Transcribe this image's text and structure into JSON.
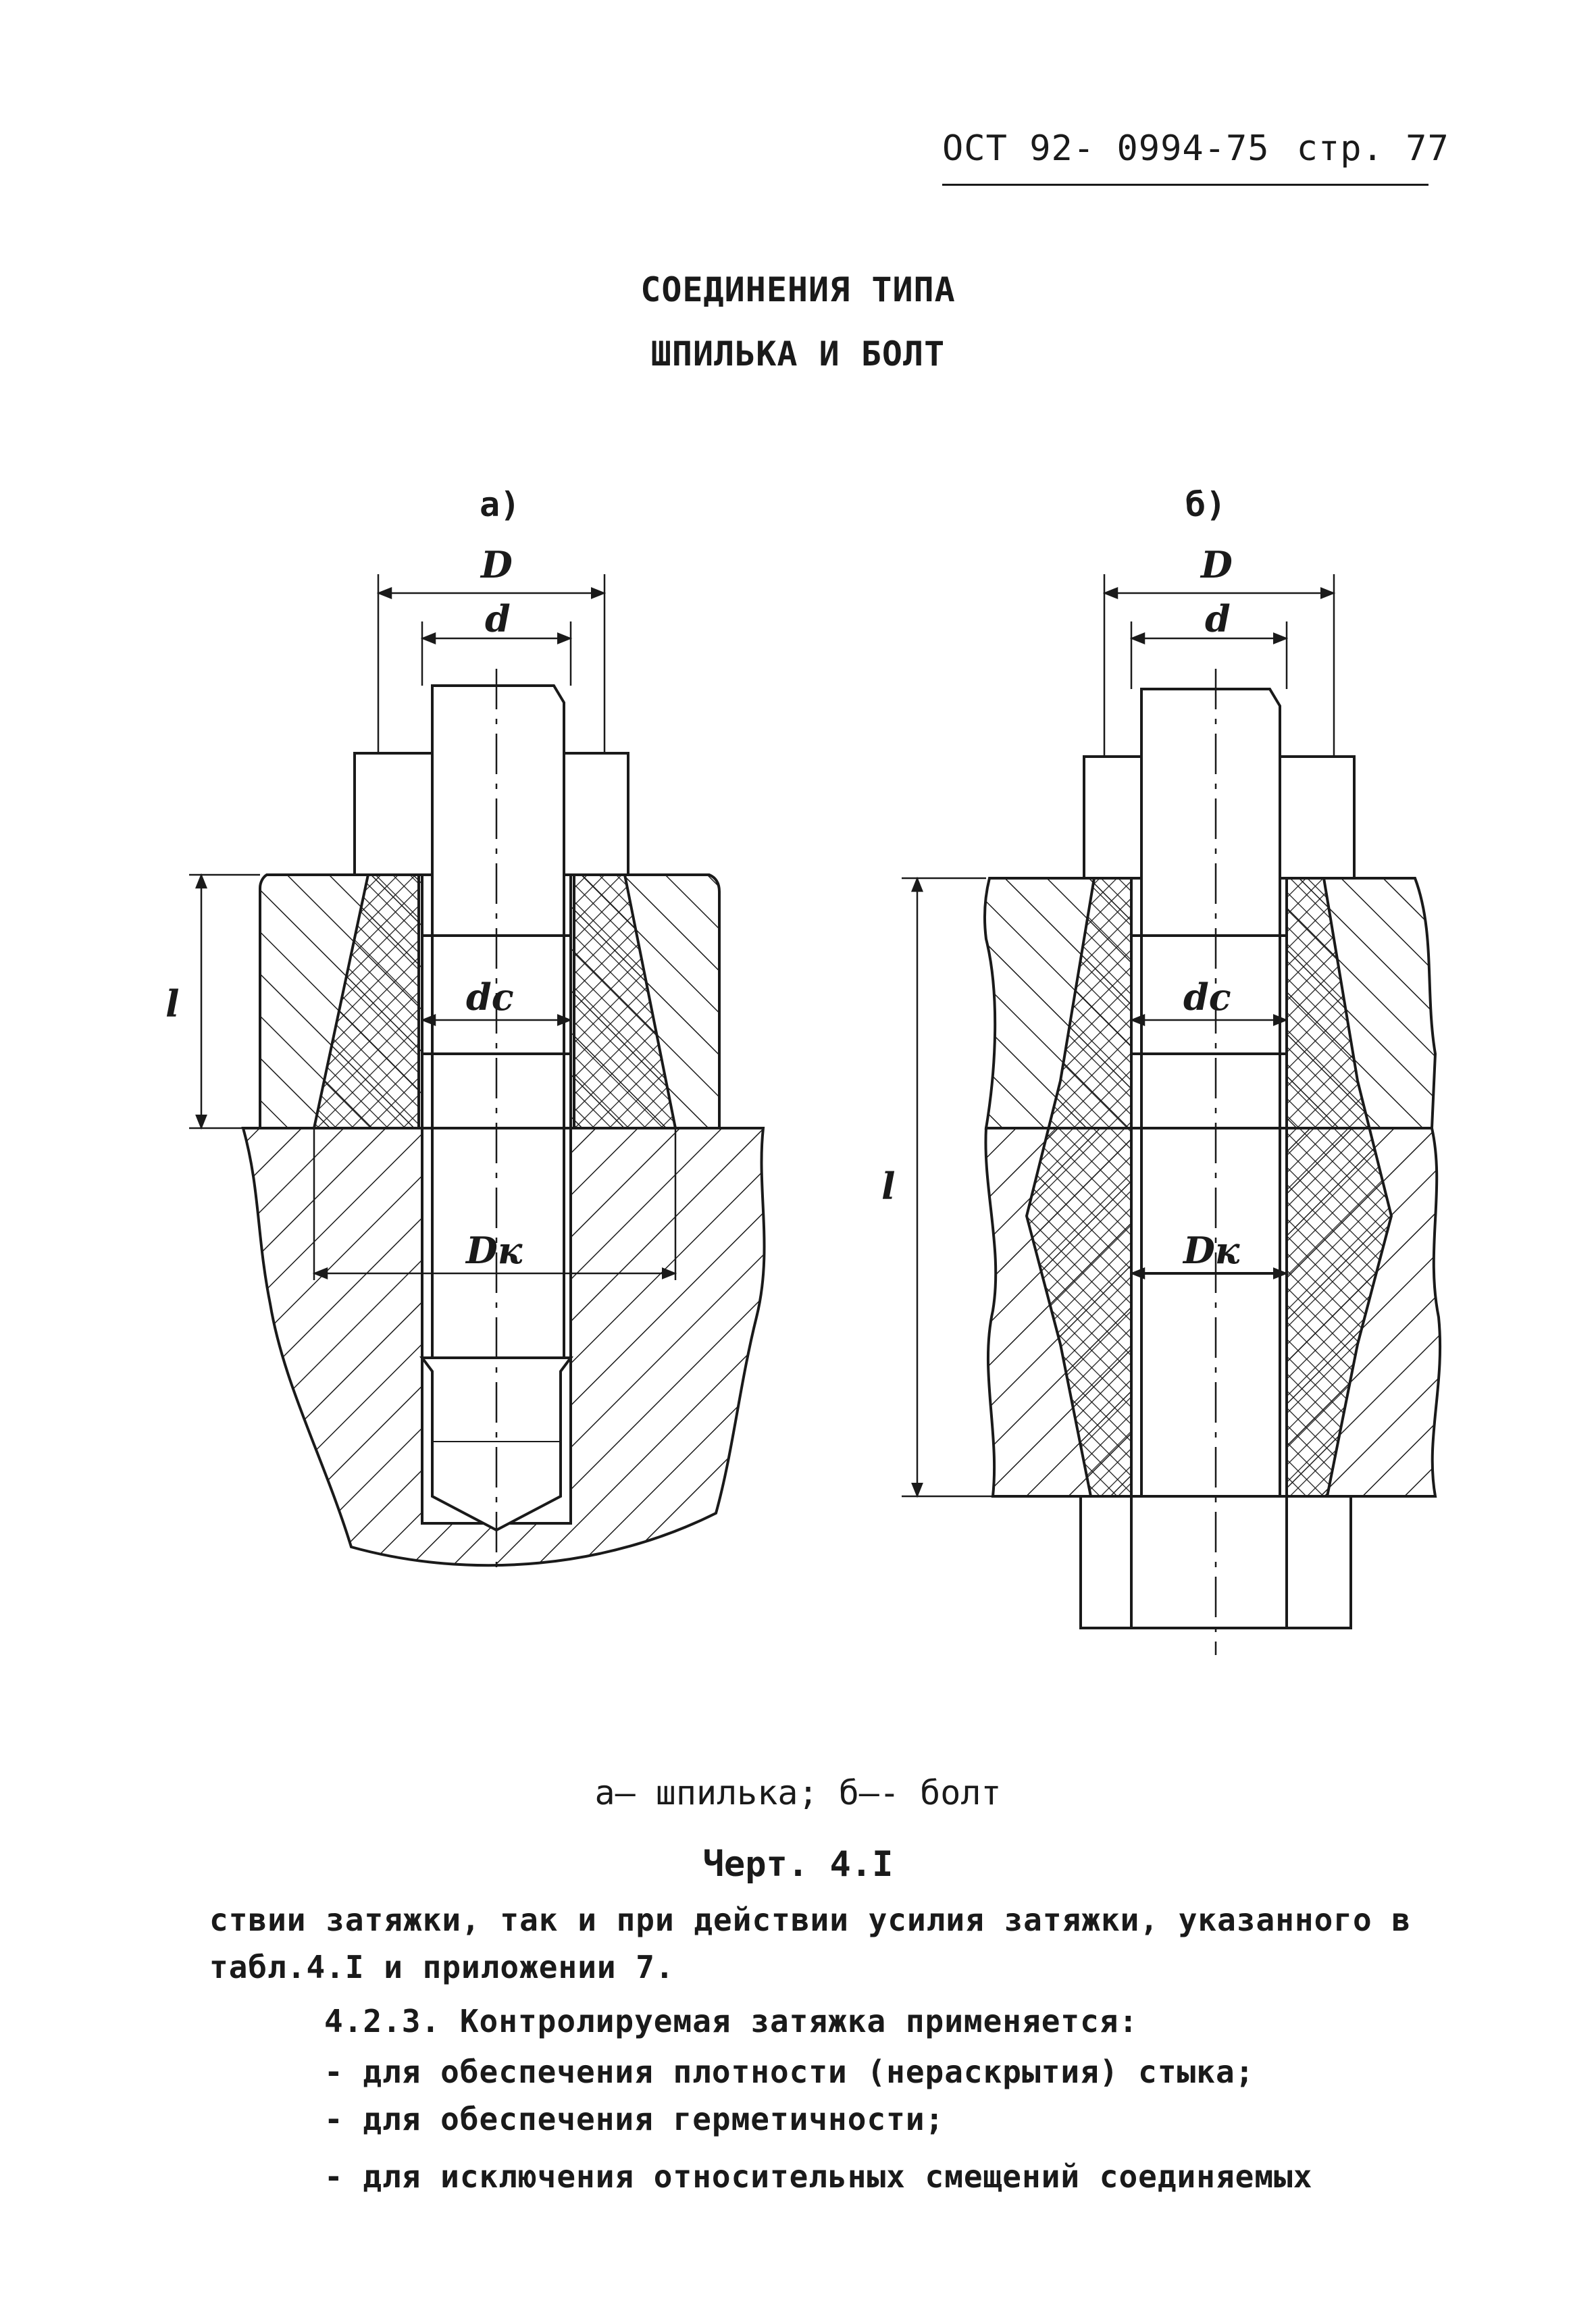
{
  "header": {
    "doc_code": "ОСТ 92- 0994-75",
    "page_label": "стр. 77"
  },
  "title": {
    "line1": "СОЕДИНЕНИЯ ТИПА",
    "line2": "ШПИЛЬКА И БОЛТ"
  },
  "figure": {
    "left_label": "а)",
    "right_label": "б)",
    "dim_D": "D",
    "dim_d": "d",
    "dim_dc": "dс",
    "dim_Dk": "Dк",
    "dim_l": "l",
    "legend": "а– шпилька; б–- болт",
    "caption": "Черт. 4.I"
  },
  "body": {
    "line1": "ствии затяжки, так и при действии усилия затяжки, указанного в",
    "line2": "табл.4.I и приложении 7.",
    "line3": "4.2.3. Контролируемая затяжка применяется:",
    "line4": "- для обеспечения плотности (нераскрытия) стыка;",
    "line5": "- для обеспечения герметичности;",
    "line6": "- для исключения относительных смещений соединяемых"
  }
}
